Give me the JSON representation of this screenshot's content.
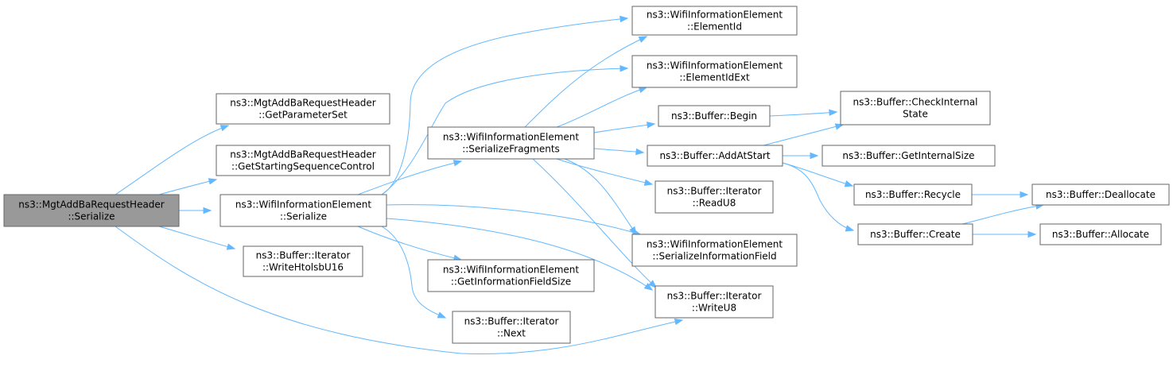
{
  "nodes": [
    {
      "id": "n0",
      "lines": [
        "ns3::MgtAddBaRequestHeader",
        "::Serialize"
      ],
      "root": true
    },
    {
      "id": "n1",
      "lines": [
        "ns3::MgtAddBaRequestHeader",
        "::GetParameterSet"
      ]
    },
    {
      "id": "n2",
      "lines": [
        "ns3::MgtAddBaRequestHeader",
        "::GetStartingSequenceControl"
      ]
    },
    {
      "id": "n3",
      "lines": [
        "ns3::WifiInformationElement",
        "::Serialize"
      ]
    },
    {
      "id": "n4",
      "lines": [
        "ns3::Buffer::Iterator",
        "::WriteHtolsbU16"
      ]
    },
    {
      "id": "n5",
      "lines": [
        "ns3::WifiInformationElement",
        "::ElementId"
      ]
    },
    {
      "id": "n6",
      "lines": [
        "ns3::WifiInformationElement",
        "::ElementIdExt"
      ]
    },
    {
      "id": "n7",
      "lines": [
        "ns3::WifiInformationElement",
        "::SerializeFragments"
      ]
    },
    {
      "id": "n8",
      "lines": [
        "ns3::WifiInformationElement",
        "::GetInformationFieldSize"
      ]
    },
    {
      "id": "n9",
      "lines": [
        "ns3::Buffer::Iterator",
        "::Next"
      ]
    },
    {
      "id": "n10",
      "lines": [
        "ns3::WifiInformationElement",
        "::SerializeInformationField"
      ]
    },
    {
      "id": "n11",
      "lines": [
        "ns3::Buffer::Iterator",
        "::WriteU8"
      ]
    },
    {
      "id": "n12",
      "lines": [
        "ns3::Buffer::Begin"
      ]
    },
    {
      "id": "n13",
      "lines": [
        "ns3::Buffer::AddAtStart"
      ]
    },
    {
      "id": "n14",
      "lines": [
        "ns3::Buffer::Iterator",
        "::ReadU8"
      ]
    },
    {
      "id": "n15",
      "lines": [
        "ns3::Buffer::CheckInternal",
        "State"
      ]
    },
    {
      "id": "n16",
      "lines": [
        "ns3::Buffer::GetInternalSize"
      ]
    },
    {
      "id": "n17",
      "lines": [
        "ns3::Buffer::Recycle"
      ]
    },
    {
      "id": "n18",
      "lines": [
        "ns3::Buffer::Create"
      ]
    },
    {
      "id": "n19",
      "lines": [
        "ns3::Buffer::Deallocate"
      ]
    },
    {
      "id": "n20",
      "lines": [
        "ns3::Buffer::Allocate"
      ]
    }
  ],
  "edges": [
    [
      "n0",
      "n1"
    ],
    [
      "n0",
      "n2"
    ],
    [
      "n0",
      "n3"
    ],
    [
      "n0",
      "n4"
    ],
    [
      "n0",
      "n11"
    ],
    [
      "n3",
      "n5"
    ],
    [
      "n3",
      "n6"
    ],
    [
      "n3",
      "n7"
    ],
    [
      "n3",
      "n8"
    ],
    [
      "n3",
      "n9"
    ],
    [
      "n3",
      "n10"
    ],
    [
      "n3",
      "n11"
    ],
    [
      "n7",
      "n5"
    ],
    [
      "n7",
      "n6"
    ],
    [
      "n7",
      "n12"
    ],
    [
      "n7",
      "n13"
    ],
    [
      "n7",
      "n14"
    ],
    [
      "n7",
      "n10"
    ],
    [
      "n7",
      "n11"
    ],
    [
      "n12",
      "n15"
    ],
    [
      "n13",
      "n15"
    ],
    [
      "n13",
      "n16"
    ],
    [
      "n13",
      "n17"
    ],
    [
      "n13",
      "n18"
    ],
    [
      "n17",
      "n19"
    ],
    [
      "n18",
      "n19"
    ],
    [
      "n18",
      "n20"
    ]
  ],
  "colors": {
    "edge": "#63b8ff",
    "node_border": "#666666",
    "root_fill": "#999999",
    "node_fill": "#ffffff"
  }
}
